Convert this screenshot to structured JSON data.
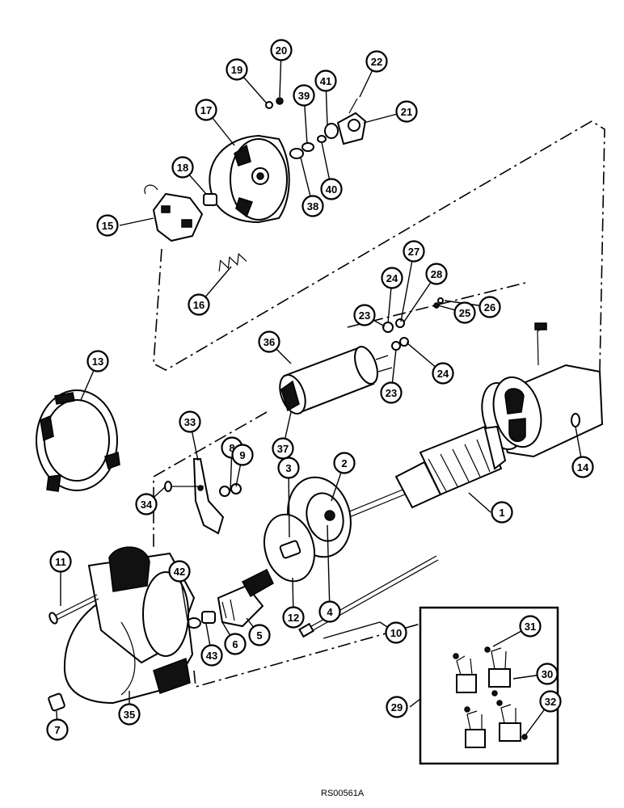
{
  "drawing_id": "RS00561A",
  "callouts": [
    "1",
    "2",
    "3",
    "4",
    "5",
    "6",
    "7",
    "8",
    "9",
    "10",
    "11",
    "12",
    "13",
    "14",
    "15",
    "16",
    "17",
    "18",
    "19",
    "20",
    "21",
    "22",
    "23",
    "23",
    "24",
    "24",
    "25",
    "26",
    "27",
    "28",
    "29",
    "30",
    "31",
    "32",
    "33",
    "34",
    "35",
    "36",
    "37",
    "38",
    "39",
    "40",
    "41",
    "42",
    "43"
  ]
}
